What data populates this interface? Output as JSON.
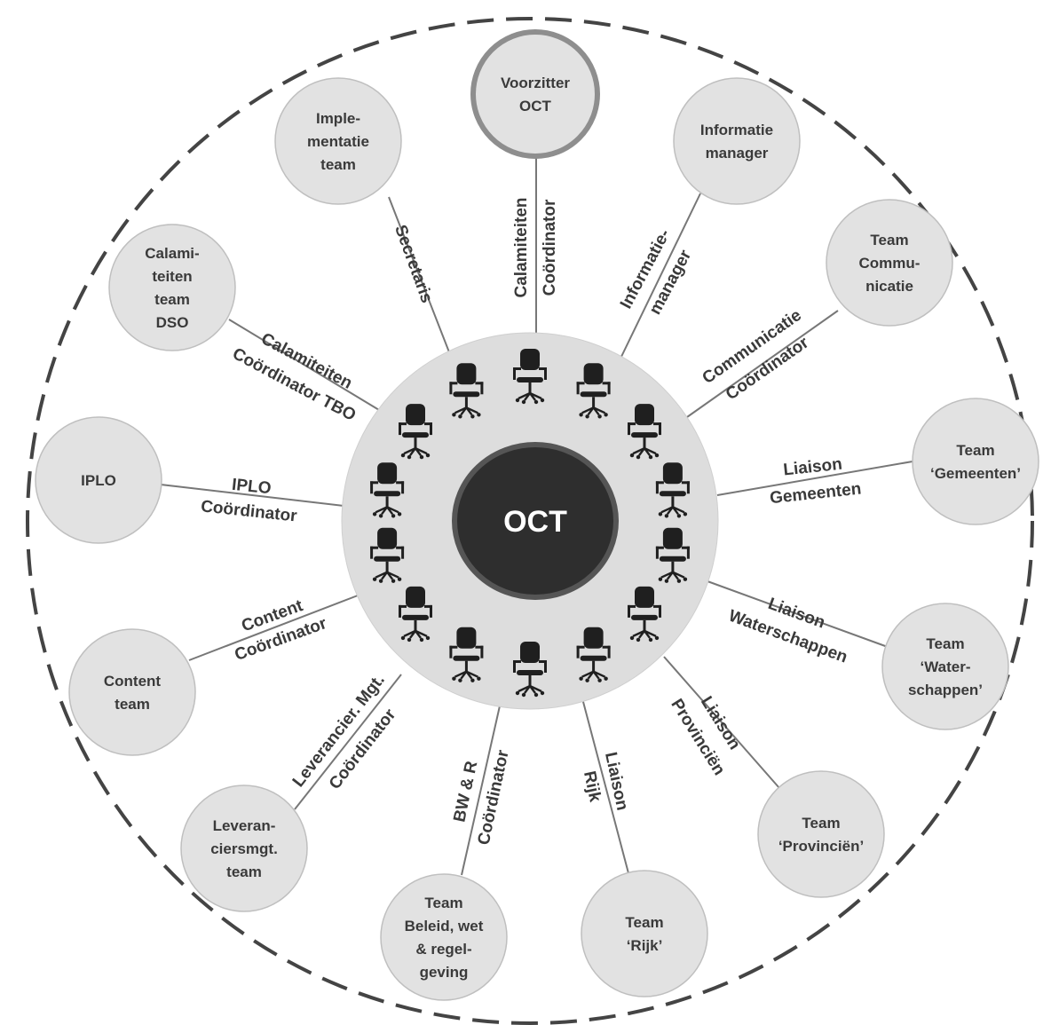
{
  "center": {
    "label": "OCT"
  },
  "teams": [
    {
      "id": "voorzitter",
      "lines": [
        "Voorzitter",
        "OCT"
      ],
      "highlight": true
    },
    {
      "id": "informatie",
      "lines": [
        "Informatie",
        "manager"
      ]
    },
    {
      "id": "communicatie",
      "lines": [
        "Team",
        "Commu-",
        "nicatie"
      ]
    },
    {
      "id": "gemeenten",
      "lines": [
        "Team",
        "‘Gemeenten’"
      ]
    },
    {
      "id": "waterschappen",
      "lines": [
        "Team",
        "‘Water-",
        "schappen’"
      ]
    },
    {
      "id": "provincien",
      "lines": [
        "Team",
        "‘Provinciën’"
      ]
    },
    {
      "id": "rijk",
      "lines": [
        "Team",
        "‘Rijk’"
      ]
    },
    {
      "id": "beleid",
      "lines": [
        "Team",
        "Beleid, wet",
        "& regel-",
        "geving"
      ]
    },
    {
      "id": "leveranciers",
      "lines": [
        "Leveran-",
        "ciersmgt.",
        "team"
      ]
    },
    {
      "id": "content",
      "lines": [
        "Content",
        "team"
      ]
    },
    {
      "id": "iplo",
      "lines": [
        "IPLO"
      ]
    },
    {
      "id": "calamiteiten",
      "lines": [
        "Calami-",
        "teiten",
        "team",
        "DSO"
      ]
    },
    {
      "id": "implementatie",
      "lines": [
        "Imple-",
        "mentatie",
        "team"
      ]
    }
  ],
  "roles": [
    {
      "id": "calamiteiten-coordinator",
      "lines": [
        "Calamiteiten",
        "Coördinator"
      ]
    },
    {
      "id": "informatiemanager",
      "lines": [
        "Informatie-",
        "manager"
      ]
    },
    {
      "id": "communicatie-coordinator",
      "lines": [
        "Communicatie",
        "Coördinator"
      ]
    },
    {
      "id": "liaison-gemeenten",
      "lines": [
        "Liaison",
        "Gemeenten"
      ]
    },
    {
      "id": "liaison-waterschappen",
      "lines": [
        "Liaison",
        "Waterschappen"
      ]
    },
    {
      "id": "liaison-provincien",
      "lines": [
        "Liaison",
        "Provinciën"
      ]
    },
    {
      "id": "liaison-rijk",
      "lines": [
        "Liaison",
        "Rijk"
      ]
    },
    {
      "id": "bwr-coordinator",
      "lines": [
        "BW & R",
        "Coördinator"
      ]
    },
    {
      "id": "leverancier-coordinator",
      "lines": [
        "Leverancier. Mgt.",
        "Coördinator"
      ]
    },
    {
      "id": "content-coordinator",
      "lines": [
        "Content",
        "Coördinator"
      ]
    },
    {
      "id": "iplo-coordinator",
      "lines": [
        "IPLO",
        "Coördinator"
      ]
    },
    {
      "id": "calamiteiten-coordinator-tbo",
      "lines": [
        "Calamiteiten",
        "Coördinator TBO"
      ]
    },
    {
      "id": "secretaris",
      "lines": [
        "Secretaris"
      ]
    }
  ],
  "chair_count": 14,
  "colors": {
    "team_fill": "#e2e2e2",
    "team_stroke": "#bfbfbf",
    "highlight_stroke": "#8e8e8e",
    "table_fill": "#dddddd",
    "core_fill": "#2e2e2e",
    "core_stroke": "#555555",
    "chair": "#1f1f1f",
    "connector": "#777777",
    "dash": "#444444",
    "text": "#3a3a3a"
  },
  "icons": {
    "chair": "office-chair-icon"
  }
}
